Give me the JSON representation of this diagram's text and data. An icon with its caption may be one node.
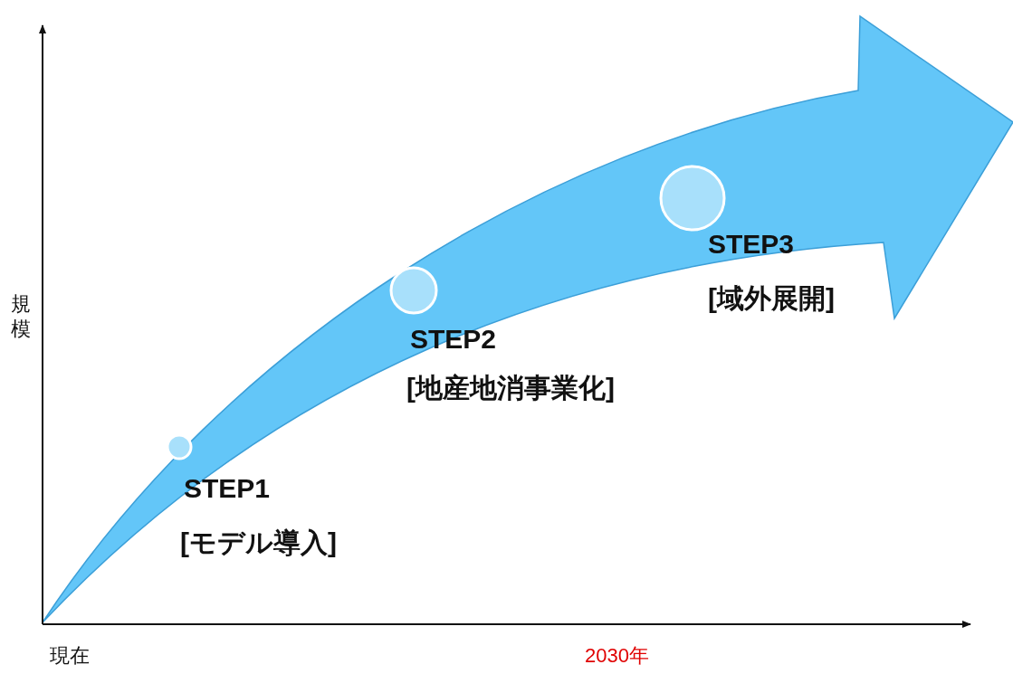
{
  "diagram": {
    "nodes": [
      {
        "text": [],
        "shape": "circle",
        "beside": [
          "STEP1",
          "[モデル導入]"
        ]
      },
      {
        "text": [],
        "shape": "circle",
        "beside": [
          "STEP2",
          "[地産地消事業化]"
        ]
      },
      {
        "text": [],
        "shape": "circle",
        "beside": [
          "STEP3",
          "[域外展開]"
        ]
      }
    ],
    "edges": [],
    "labels": [
      "規模",
      "現在",
      "2030年"
    ]
  }
}
